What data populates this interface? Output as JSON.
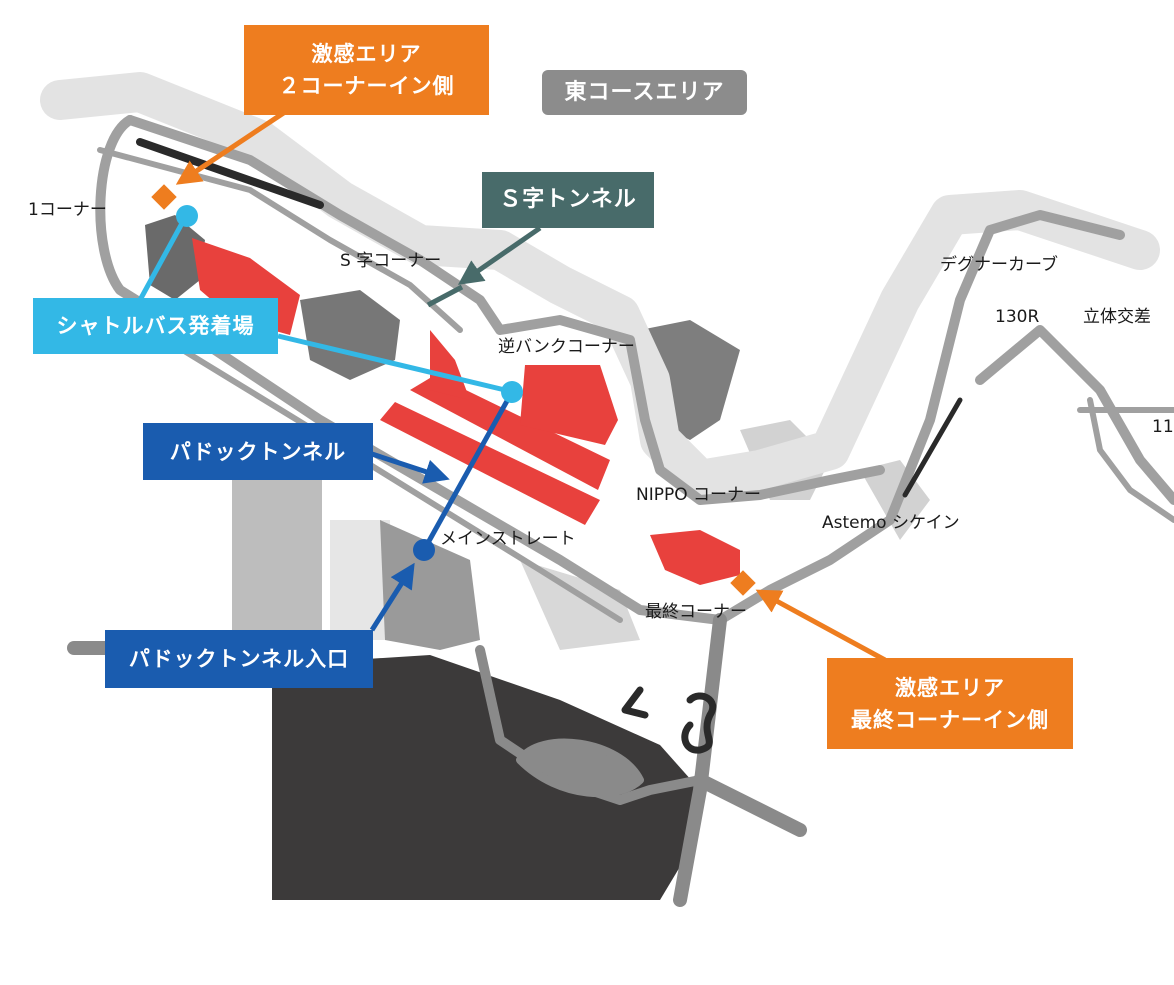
{
  "colors": {
    "orange": "#ee7d1f",
    "teal": "#486b6a",
    "cyan": "#33b8e6",
    "blue": "#1a5caf",
    "gray_box": "#8c8c8c",
    "grandstand_red": "#e8413d",
    "track_gray": "#a0a0a0",
    "dark_area": "#3c3a3a"
  },
  "callouts": {
    "zone_2corner": {
      "line1": "激感エリア",
      "line2": "２コーナーイン側"
    },
    "east_course": "東コースエリア",
    "s_tunnel": "Ｓ字トンネル",
    "shuttle_bus": "シャトルバス発着場",
    "paddock_tunnel": "パドックトンネル",
    "paddock_tunnel_entrance": "パドックトンネル入口",
    "zone_final": {
      "line1": "激感エリア",
      "line2": "最終コーナーイン側"
    }
  },
  "labels": {
    "corner1": "1コーナー",
    "s_corner": "S 字コーナー",
    "reverse_bank": "逆バンクコーナー",
    "degner": "デグナーカーブ",
    "r130": "130R",
    "crossover": "立体交差",
    "r11": "11",
    "nippo": "NIPPO コーナー",
    "astemo": "Astemo シケイン",
    "main_straight": "メインストレート",
    "final_corner": "最終コーナー"
  },
  "icons": {
    "diamond_marker": "diamond-marker-icon",
    "circle_marker": "circle-marker-icon"
  }
}
